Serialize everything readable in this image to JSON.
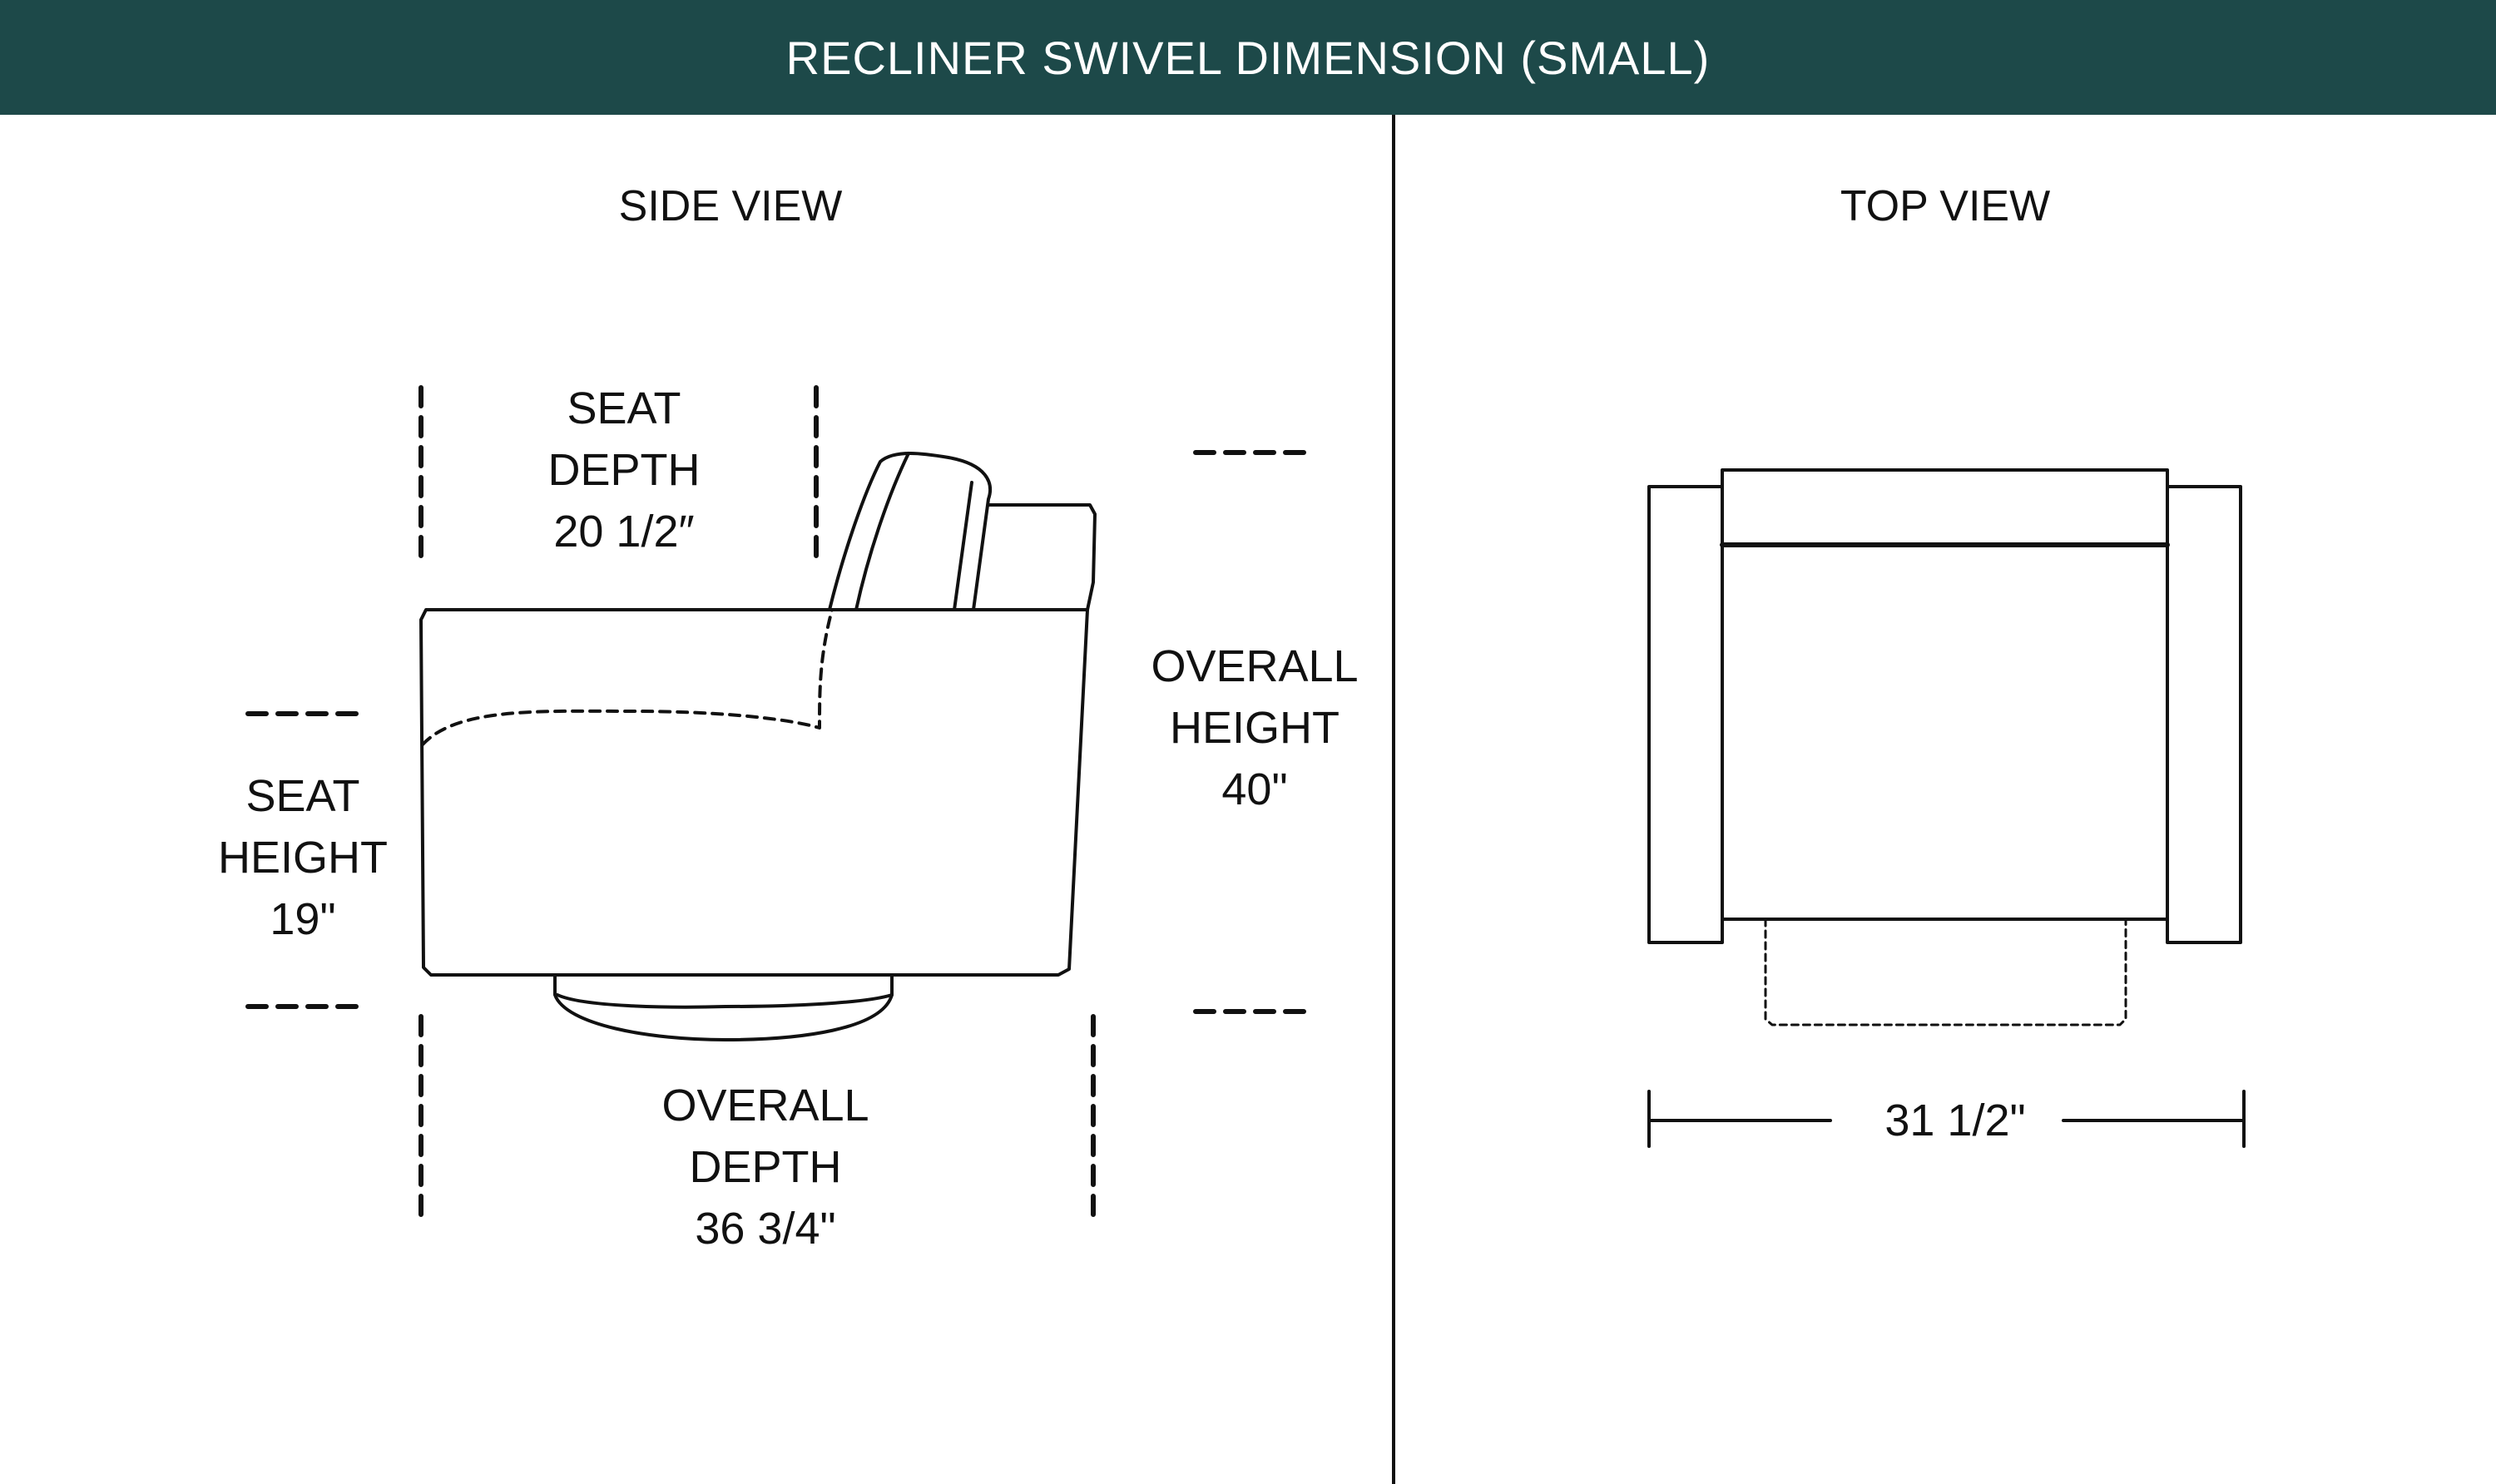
{
  "banner": {
    "title": "RECLINER SWIVEL DIMENSION (SMALL)",
    "color": "#1d4949"
  },
  "side_view": {
    "title": "SIDE VIEW",
    "seat_depth": {
      "line1": "SEAT",
      "line2": "DEPTH",
      "value": "20 1/2″"
    },
    "seat_height": {
      "line1": "SEAT",
      "line2": "HEIGHT",
      "value": "19\""
    },
    "overall_height": {
      "line1": "OVERALL",
      "line2": "HEIGHT",
      "value": "40\""
    },
    "overall_depth": {
      "line1": "OVERALL",
      "line2": "DEPTH",
      "value": "36 3/4\""
    }
  },
  "top_view": {
    "title": "TOP VIEW",
    "width": {
      "value": "31 1/2\""
    }
  }
}
